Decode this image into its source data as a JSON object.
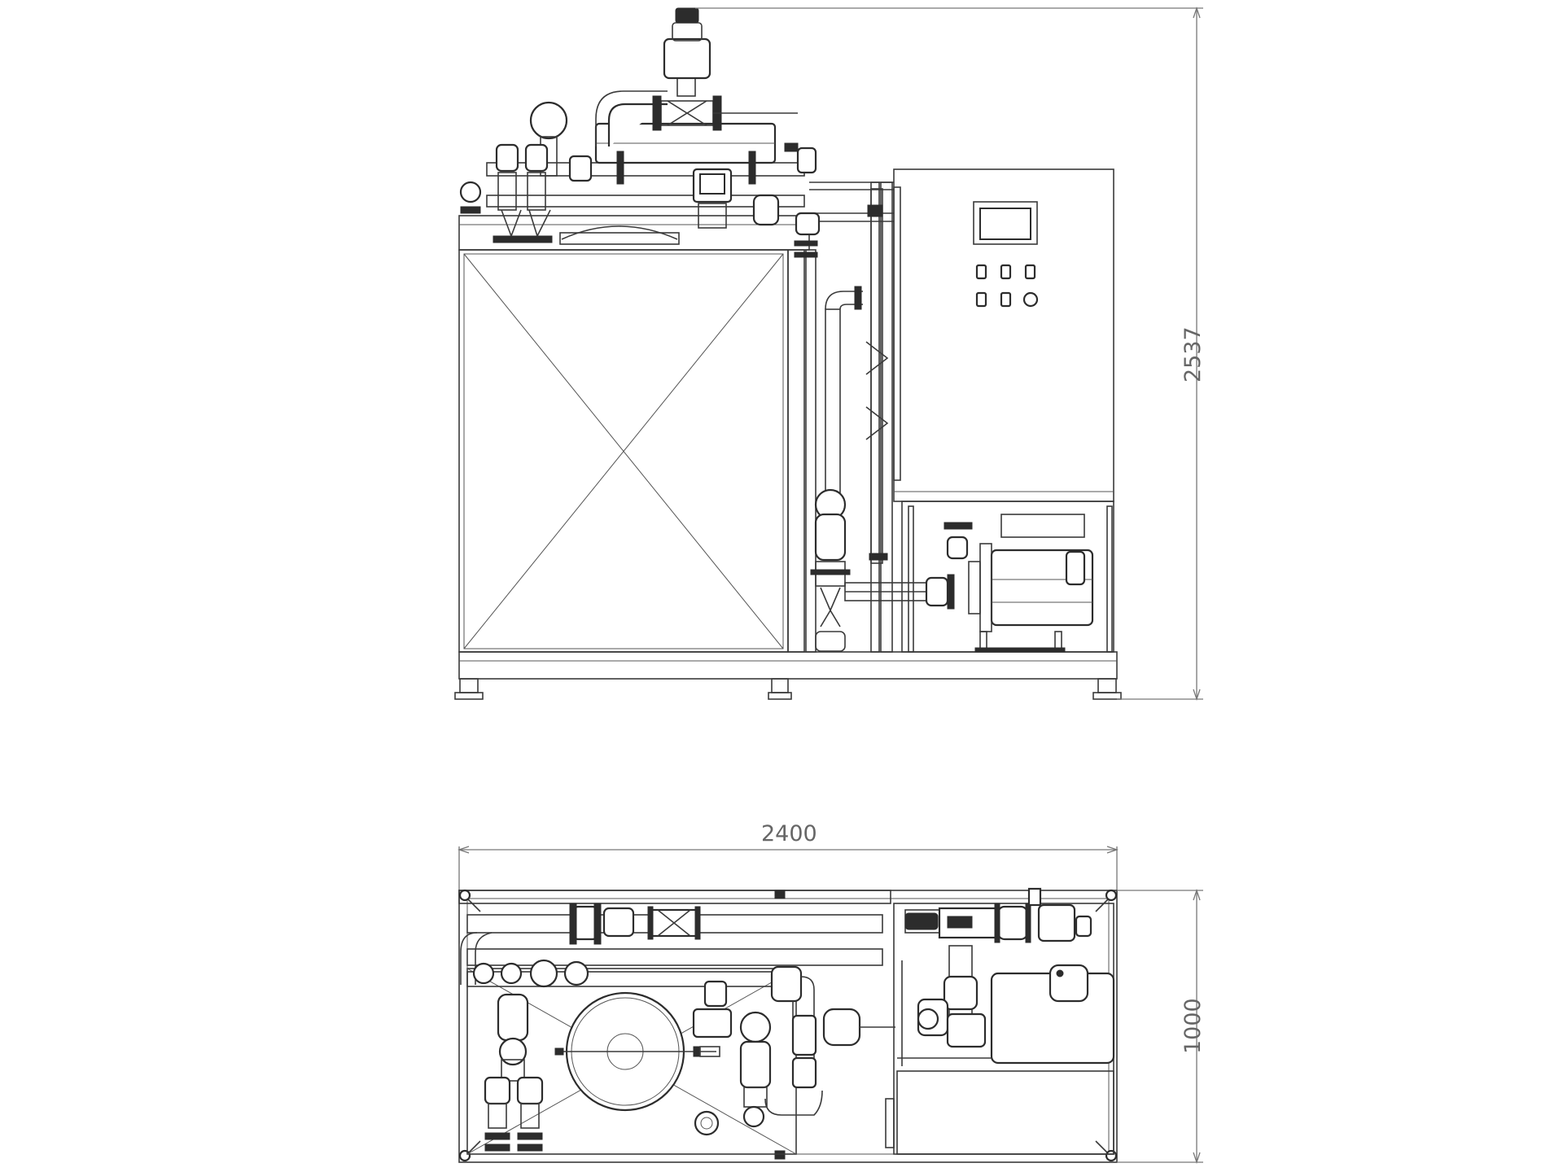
{
  "dimensions": {
    "overall_height": "2537",
    "overall_width": "2400",
    "overall_depth": "1000"
  },
  "colors": {
    "line": "#3a3a3a",
    "dimension": "#777777",
    "background": "#ffffff"
  }
}
